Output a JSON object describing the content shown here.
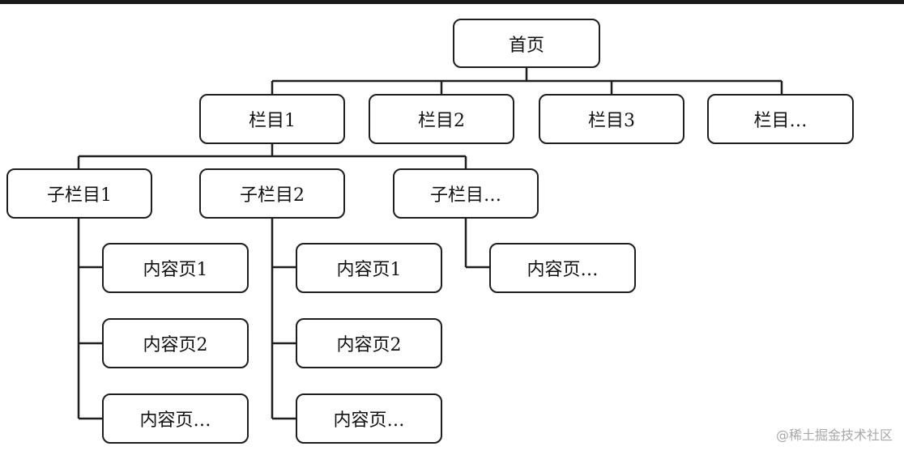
{
  "root": "首页",
  "columns": [
    "栏目1",
    "栏目2",
    "栏目3",
    "栏目…"
  ],
  "subcolumns": [
    "子栏目1",
    "子栏目2",
    "子栏目…"
  ],
  "content_pages": {
    "sub1": [
      "内容页1",
      "内容页2",
      "内容页…"
    ],
    "sub2": [
      "内容页1",
      "内容页2",
      "内容页…"
    ],
    "sub3": [
      "内容页…"
    ]
  },
  "watermark": "@稀土掘金技术社区"
}
